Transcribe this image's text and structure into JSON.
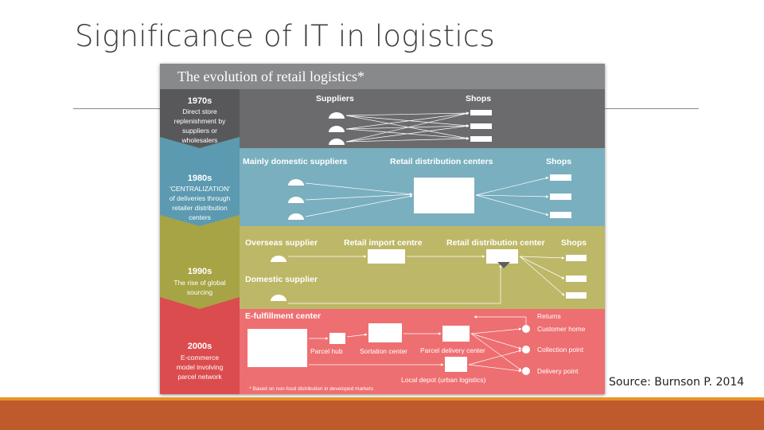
{
  "slide": {
    "title": "Significance of IT in logistics",
    "source": "Source: Burnson P. 2014"
  },
  "figure": {
    "title": "The evolution of retail logistics*",
    "footnote": "* Based on non-food distribution in developed markets",
    "eras": [
      {
        "decade": "1970s",
        "desc": [
          "Direct store",
          "replenishment by",
          "suppliers or",
          "wholesalers"
        ],
        "color": "#6b6b6d",
        "labels": [
          "Suppliers",
          "Shops"
        ]
      },
      {
        "decade": "1980s",
        "desc": [
          "'CENTRALIZATION'",
          "of deliveries through",
          "retailer distribution",
          "centers"
        ],
        "color": "#7aafbf",
        "labels": [
          "Mainly domestic suppliers",
          "Retail distribution centers",
          "Shops"
        ]
      },
      {
        "decade": "1990s",
        "desc": [
          "The rise of global",
          "sourcing"
        ],
        "color": "#bdb867",
        "labels": [
          "Overseas  supplier",
          "Retail import centre",
          "Retail distribution center",
          "Shops",
          "Domestic supplier"
        ]
      },
      {
        "decade": "2000s",
        "desc": [
          "E-commerce",
          "model involving",
          "parcel network"
        ],
        "color": "#ee6f71",
        "labels": [
          "E-fulfillment center",
          "Parcel hub",
          "Sortation center",
          "Parcel delivery center",
          "Local depot (urban logistics)",
          "Returns",
          "Customer home",
          "Collection point",
          "Delivery point"
        ]
      }
    ]
  },
  "colors": {
    "title_bar": "#87898b",
    "left_1970s": "#58585a",
    "left_1980s": "#5b9ab0",
    "left_1990s": "#a7a445",
    "left_2000s": "#db4c4f",
    "footer": "#bf5a2c",
    "footer_accent": "#e8932a"
  }
}
